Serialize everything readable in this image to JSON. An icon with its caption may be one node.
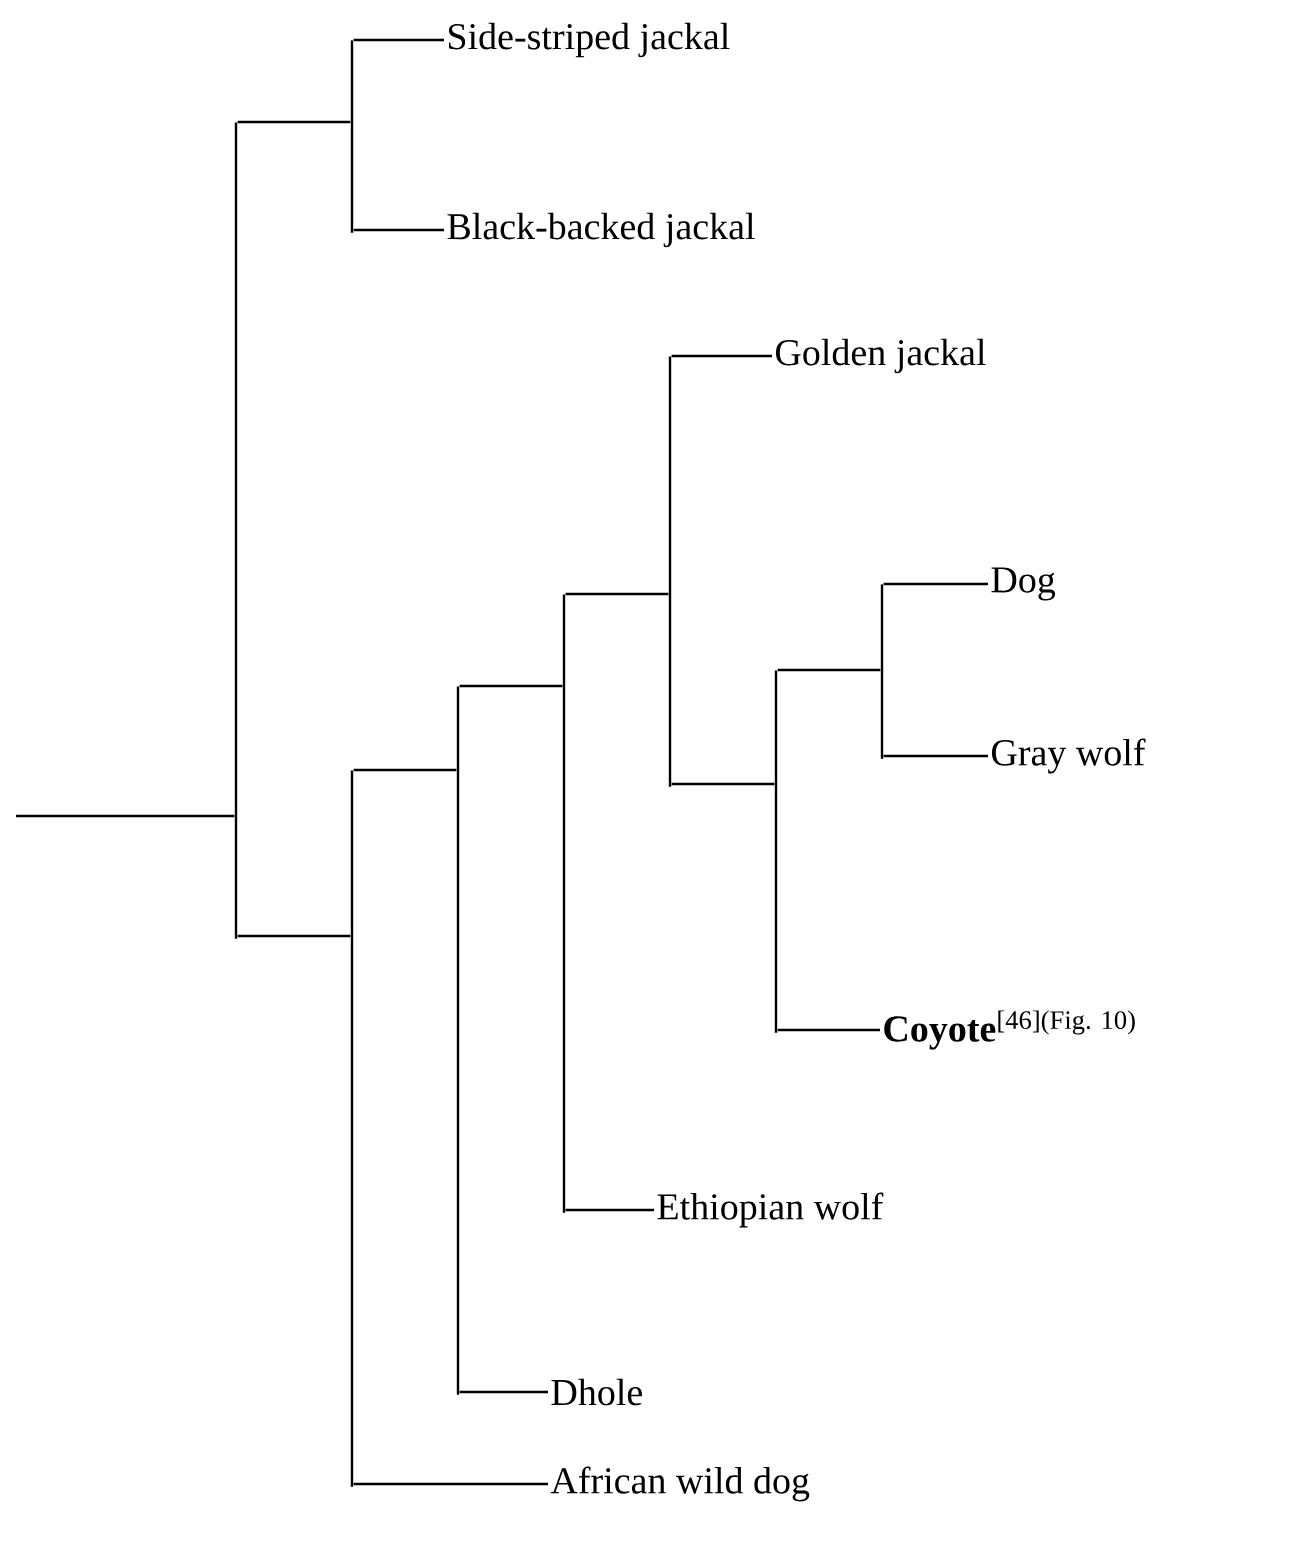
{
  "diagram": {
    "nodes": [
      {
        "text": [],
        "shape": "bar"
      },
      {
        "text": [],
        "shape": "bar"
      },
      {
        "text": [
          "Side-striped jackal"
        ]
      },
      {
        "text": [
          "Black-backed jackal"
        ]
      },
      {
        "text": [],
        "shape": "bar"
      },
      {
        "text": [],
        "shape": "bar"
      },
      {
        "text": [],
        "shape": "bar"
      },
      {
        "text": [],
        "shape": "bar"
      },
      {
        "text": [
          "Golden jackal"
        ]
      },
      {
        "text": [],
        "shape": "bar"
      },
      {
        "text": [],
        "shape": "bar"
      },
      {
        "text": [
          "Dog"
        ]
      },
      {
        "text": [
          "Gray wolf"
        ]
      },
      {
        "text": [
          "**Coyote**$^{[46](Fig. 10)}$"
        ]
      },
      {
        "text": [
          "Ethiopian wolf"
        ]
      },
      {
        "text": [
          "Dhole"
        ]
      },
      {
        "text": [
          "African wild dog"
        ]
      }
    ],
    "edges": [
      {
        "from": null,
        "to": 0,
        "arrow": "none"
      },
      {
        "from": 0,
        "to": 1,
        "arrow": "none"
      },
      {
        "from": 0,
        "to": 4,
        "arrow": "none"
      },
      {
        "from": 1,
        "to": 2,
        "arrow": "none"
      },
      {
        "from": 1,
        "to": 3,
        "arrow": "none"
      },
      {
        "from": 4,
        "to": 5,
        "arrow": "none"
      },
      {
        "from": 4,
        "to": 16,
        "arrow": "none"
      },
      {
        "from": 5,
        "to": 6,
        "arrow": "none"
      },
      {
        "from": 5,
        "to": 15,
        "arrow": "none"
      },
      {
        "from": 6,
        "to": 7,
        "arrow": "none"
      },
      {
        "from": 6,
        "to": 14,
        "arrow": "none"
      },
      {
        "from": 7,
        "to": 8,
        "arrow": "none"
      },
      {
        "from": 7,
        "to": 9,
        "arrow": "none"
      },
      {
        "from": 9,
        "to": 10,
        "arrow": "none"
      },
      {
        "from": 9,
        "to": 13,
        "arrow": "none"
      },
      {
        "from": 10,
        "to": 11,
        "arrow": "none"
      },
      {
        "from": 10,
        "to": 12,
        "arrow": "none"
      }
    ]
  }
}
